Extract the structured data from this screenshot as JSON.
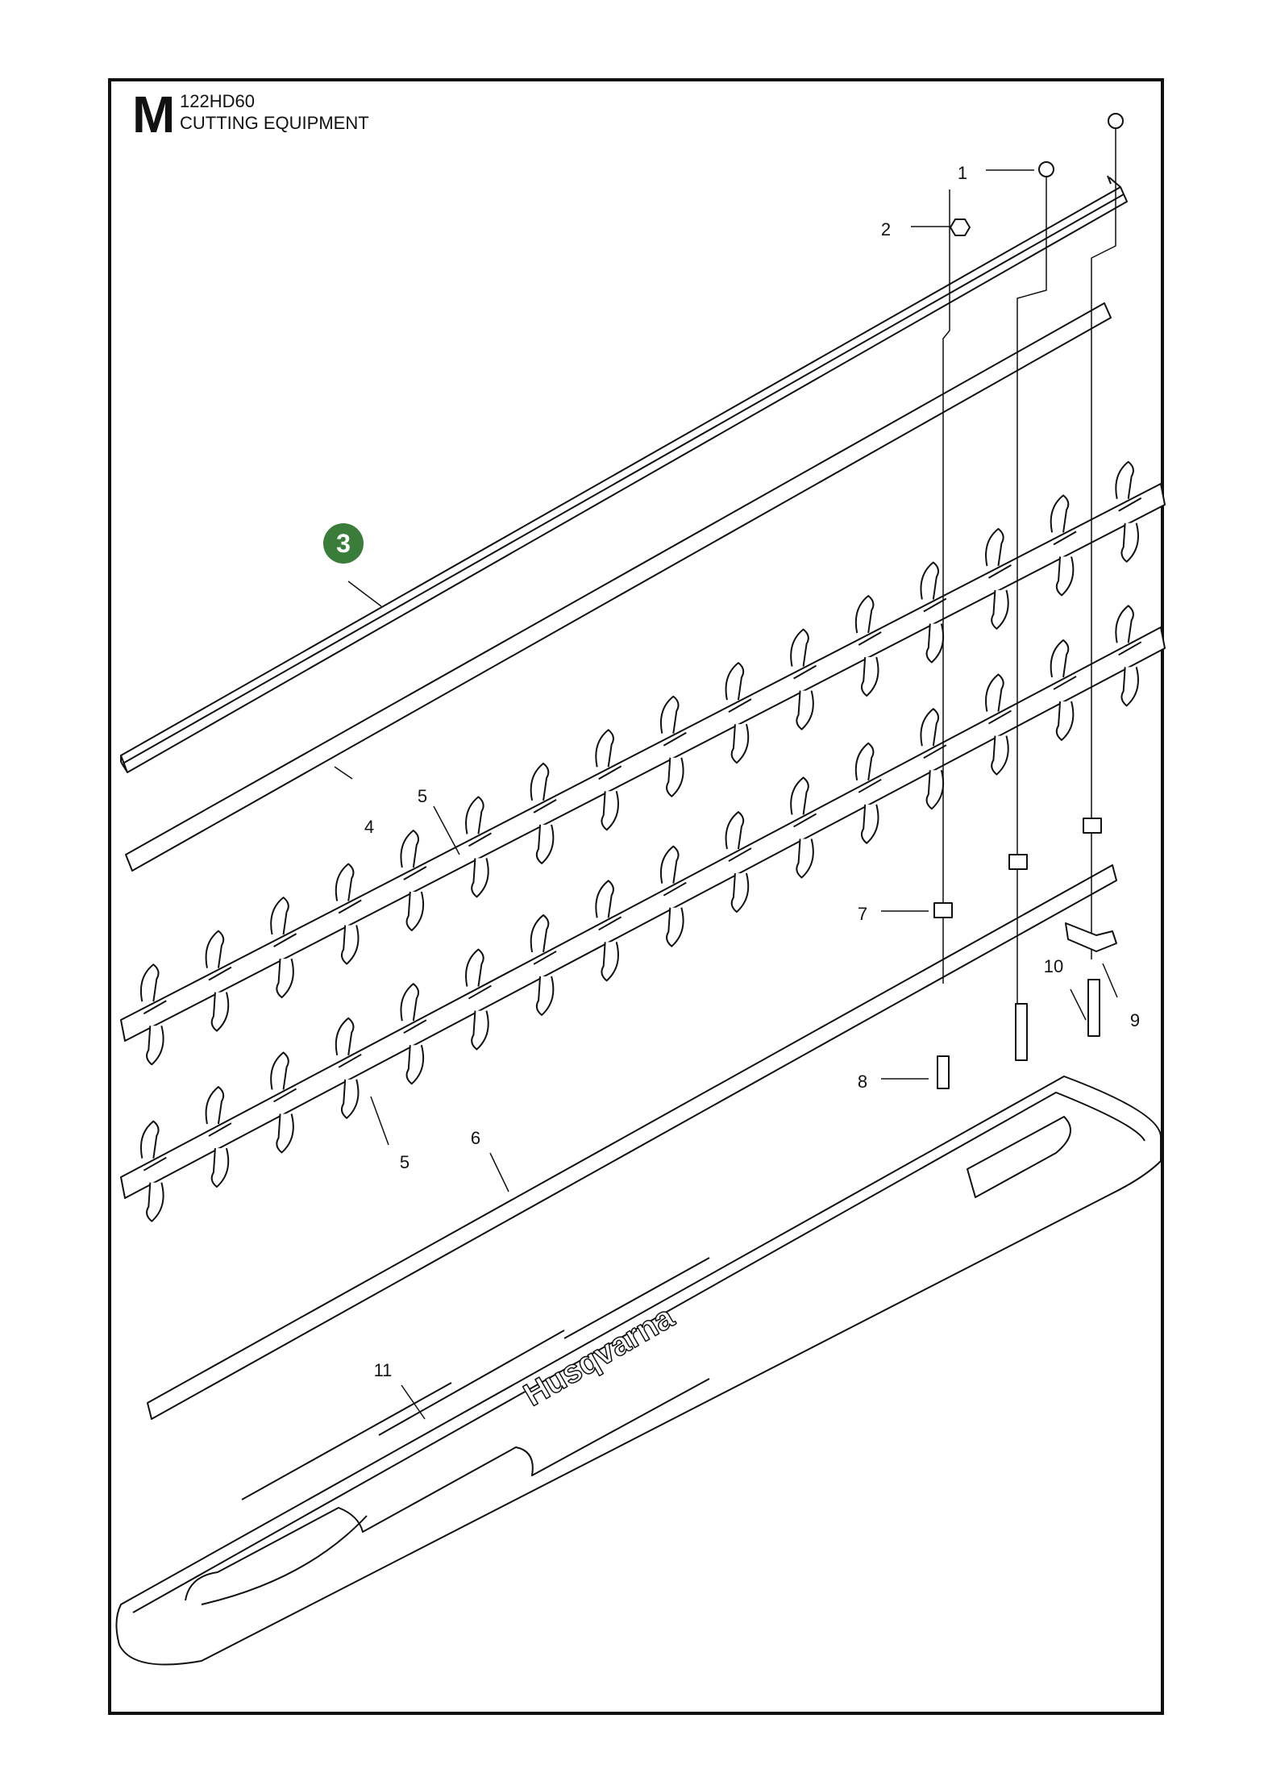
{
  "header": {
    "section_letter": "M",
    "model": "122HD60",
    "section_title": "CUTTING EQUIPMENT"
  },
  "assembly_badge": "3",
  "callouts": [
    "1",
    "2",
    "4",
    "5",
    "5",
    "6",
    "7",
    "8",
    "9",
    "10",
    "11"
  ],
  "brand_text": "Husqvarna",
  "colors": {
    "badge": "#3a7d3a",
    "line": "#111111"
  }
}
